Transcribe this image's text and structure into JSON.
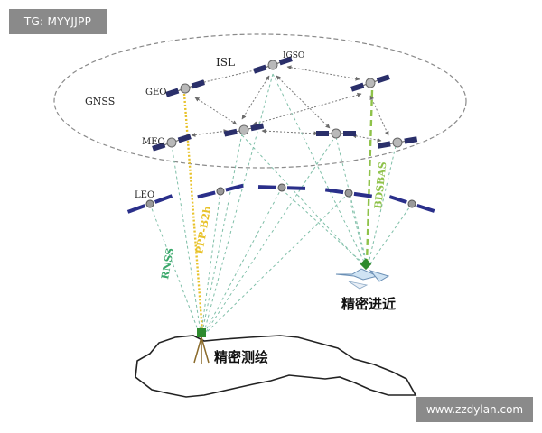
{
  "watermarks": {
    "top_left": "TG: MYYJJPP",
    "bottom_right": "www.zzdylan.com"
  },
  "orbit_labels": {
    "gnss": "GNSS",
    "isl": "ISL",
    "geo": "GEO",
    "igso": "IGSO",
    "meo": "MEO",
    "leo": "LEO"
  },
  "link_labels": {
    "ppp_b2b": "PPP-B2b",
    "bdsbas": "BDSBAS",
    "rnss": "RNSS"
  },
  "application_labels": {
    "precision_approach": "精密进近",
    "precision_surveying": "精密测绘"
  },
  "colors": {
    "ppp_b2b": "#e8c22a",
    "bdsbas": "#8fc24a",
    "rnss": "#3aa86a",
    "link_dashed": "#7fbfa8",
    "orbit": "#8a8a8a"
  }
}
